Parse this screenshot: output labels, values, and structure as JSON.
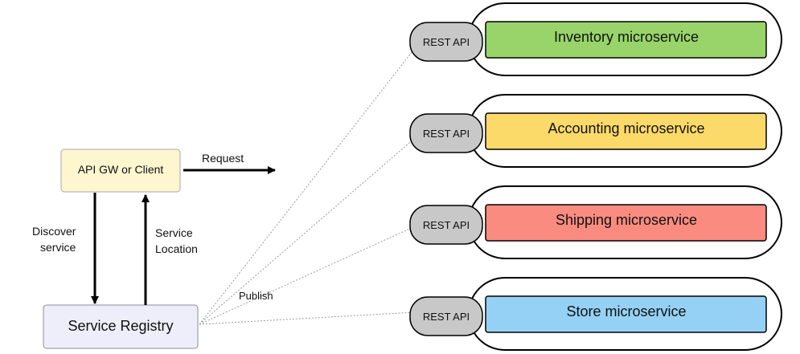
{
  "nodes": {
    "client": {
      "label": "API GW or Client",
      "fill": "#fdf6cf"
    },
    "registry": {
      "label": "Service Registry",
      "fill": "#eeeefb"
    }
  },
  "edges": {
    "request": "Request",
    "discover_line1": "Discover",
    "discover_line2": "service",
    "location_line1": "Service",
    "location_line2": "Location",
    "publish": "Publish"
  },
  "rest_api_label": "REST API",
  "rest_api_fill": "#c8c8c8",
  "services": [
    {
      "label": "Inventory microservice",
      "fill": "#98d46a"
    },
    {
      "label": "Accounting microservice",
      "fill": "#fcda6a"
    },
    {
      "label": "Shipping microservice",
      "fill": "#fa8b80"
    },
    {
      "label": "Store microservice",
      "fill": "#95d1f4"
    }
  ]
}
